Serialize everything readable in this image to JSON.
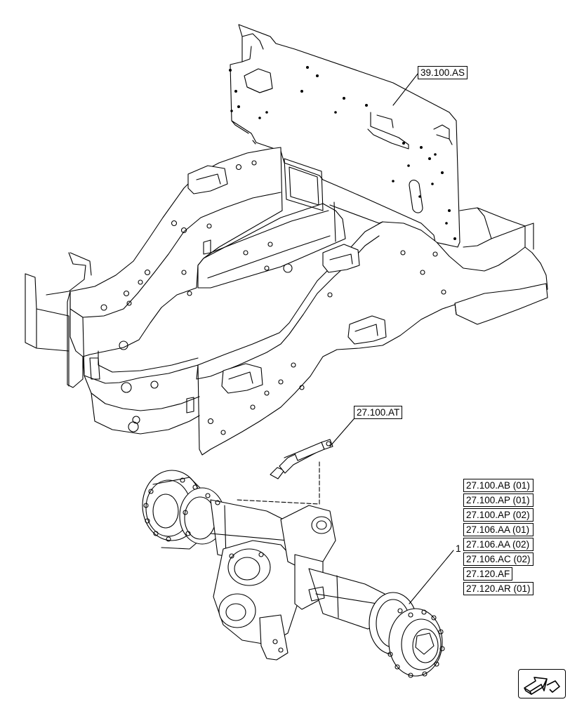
{
  "labels": {
    "frame_ref": "39.100.AS",
    "cylinder_ref": "27.100.AT",
    "axle_callout": "1"
  },
  "axle_refs": [
    "27.100.AB (01)",
    "27.100.AP (01)",
    "27.100.AP (02)",
    "27.106.AA (01)",
    "27.106.AA (02)",
    "27.106.AC (02)",
    "27.120.AF",
    "27.120.AR (01)"
  ],
  "icons": {
    "nav": "arrow-icon"
  },
  "colors": {
    "line": "#000000",
    "background": "#ffffff"
  }
}
